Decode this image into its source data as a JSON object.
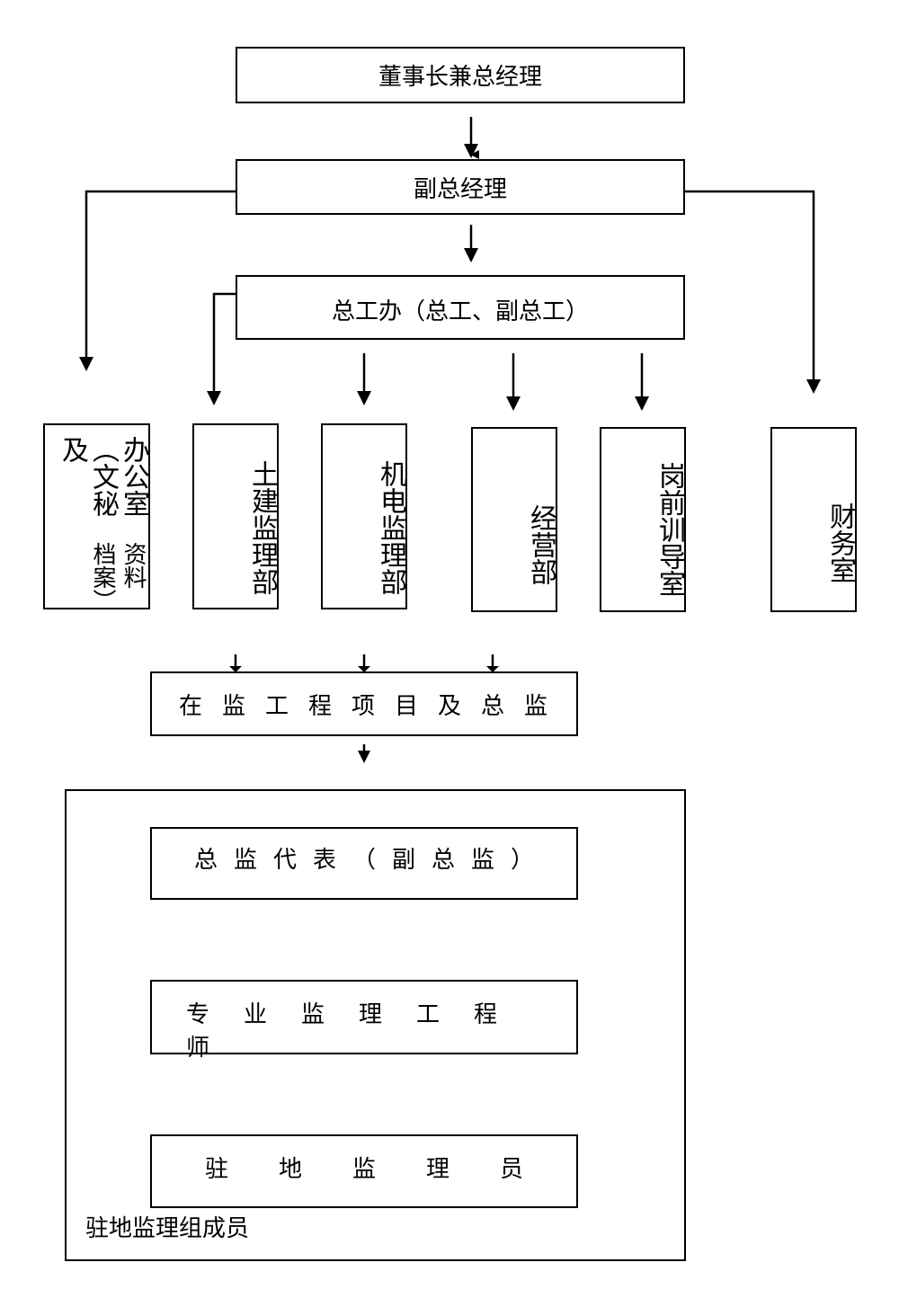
{
  "chairman": "董事长兼总经理",
  "deputy_gm": "副总经理",
  "chief_engineer_office": "总工办（总工、副总工）",
  "departments": {
    "office_line1": "办公室（文秘及",
    "office_line2": "资料档案）",
    "civil": "土建监理部",
    "electromech": "机电监理部",
    "business": "经营部",
    "training": "岗前训导室",
    "finance": "财务室"
  },
  "projects": "在监工程项目及总监",
  "site_team": {
    "deputy_chief": "总监代表（副总监）",
    "engineer": "专业监理工程师",
    "inspector": "驻地监理员",
    "label": "驻地监理组成员"
  }
}
